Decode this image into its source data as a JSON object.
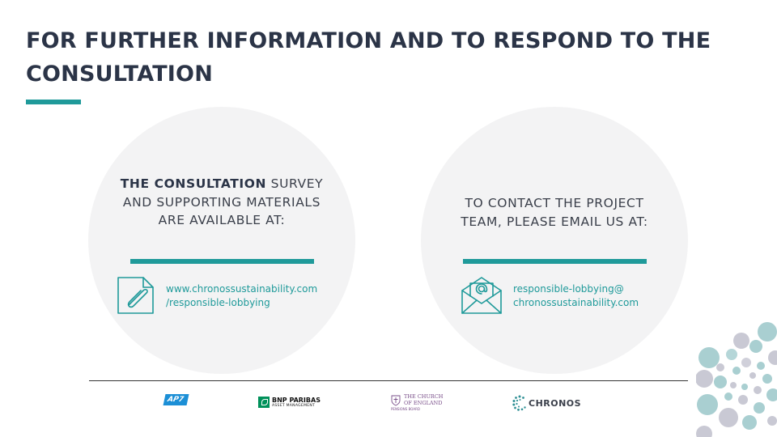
{
  "title": "FOR FURTHER INFORMATION AND TO RESPOND TO THE CONSULTATION",
  "left": {
    "bold": "THE CONSULTATION",
    "text": " SURVEY AND SUPPORTING MATERIALS ARE AVAILABLE AT:",
    "link_line1": "www.chronossustainability.com",
    "link_line2": "/responsible-lobbying",
    "icon": "document-paperclip-icon"
  },
  "right": {
    "text": "TO CONTACT THE PROJECT TEAM, PLEASE EMAIL US AT:",
    "email_line1": "responsible-lobbying@",
    "email_line2": "chronossustainability.com",
    "icon": "email-envelope-icon"
  },
  "logos": {
    "ap7": "AP7",
    "bnp_name": "BNP PARIBAS",
    "bnp_sub": "ASSET MANAGEMENT",
    "coe_line1": "THE CHURCH",
    "coe_line2": "OF ENGLAND",
    "coe_sub": "PENSIONS BOARD",
    "chronos": "CHRONOS"
  },
  "colors": {
    "accent": "#1f9a9a",
    "title": "#2b3447",
    "circle": "#f3f3f4"
  }
}
